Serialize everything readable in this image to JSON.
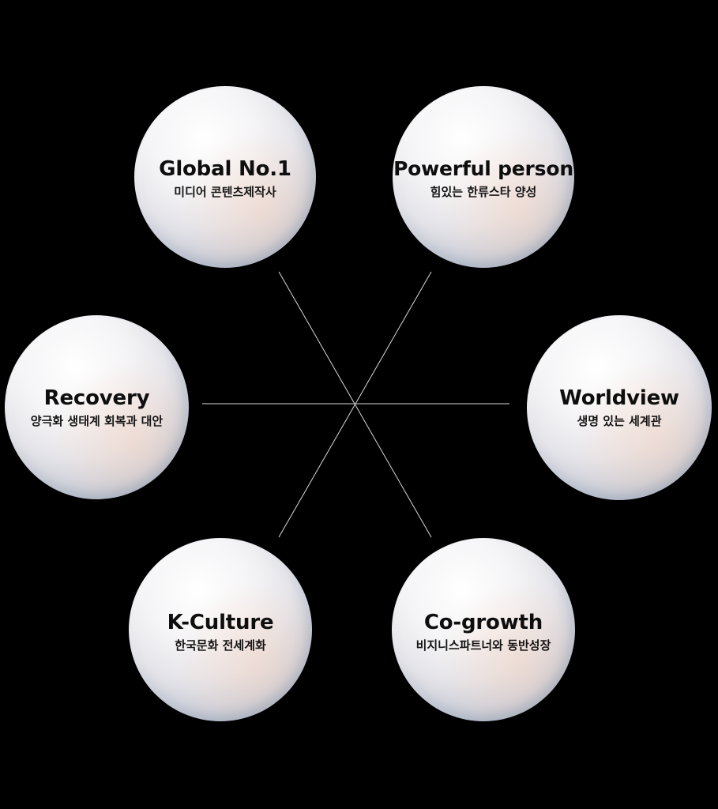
{
  "nodes": [
    {
      "id": "global",
      "title": "Global No.1",
      "subtitle": "미디어 콘텐츠제작사"
    },
    {
      "id": "powerful",
      "title": "Powerful person",
      "subtitle": "힘있는 한류스타 양성"
    },
    {
      "id": "recovery",
      "title": "Recovery",
      "subtitle": "양극화 생태계 회복과 대안"
    },
    {
      "id": "world",
      "title": "Worldview",
      "subtitle": "생명 있는 세계관"
    },
    {
      "id": "kculture",
      "title": "K-Culture",
      "subtitle": "한국문화 전세계화"
    },
    {
      "id": "cogrowth",
      "title": "Co-growth",
      "subtitle": "비지니스파트너와 동반성장"
    }
  ],
  "colors": {
    "background": "#000000",
    "connector": "#d8d8d8",
    "text": "#0e0e0e"
  }
}
